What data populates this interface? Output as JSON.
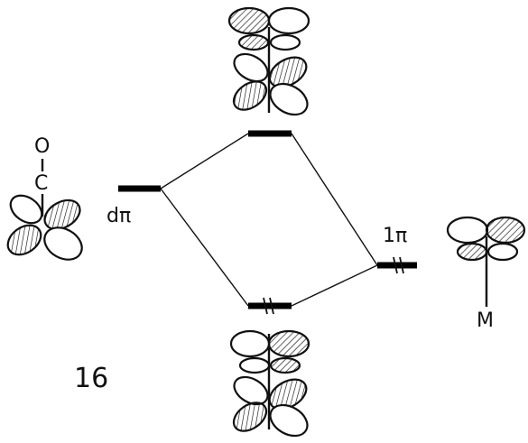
{
  "diagram": {
    "label_d_pi": "dπ",
    "label_1_pi": "1π",
    "label_metal": "M",
    "label_oxygen": "O",
    "label_carbon": "C",
    "figure_number": "16",
    "ink_color": "#111111",
    "background_color": "#ffffff"
  }
}
